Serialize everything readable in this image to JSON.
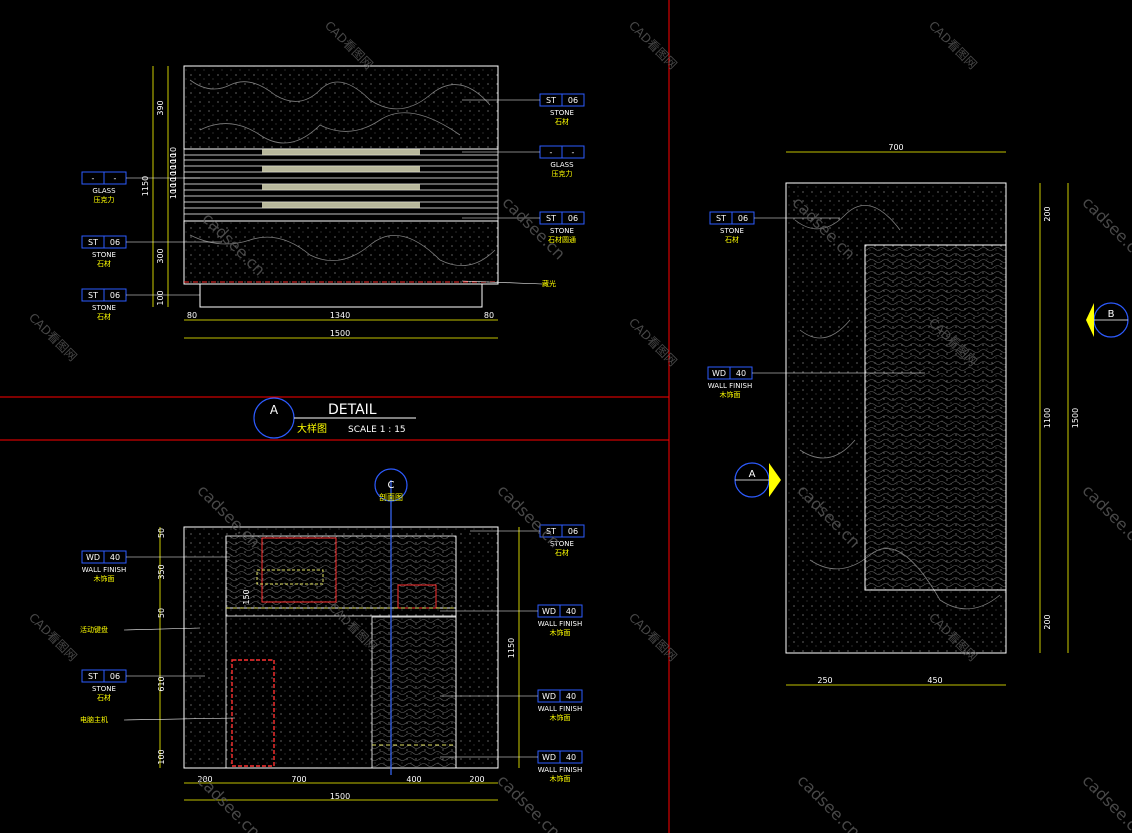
{
  "colors": {
    "background": "#000000",
    "frame": "#ff0000",
    "dim": "#ffff00",
    "tag": "#2d5bff",
    "text": "#ffffff",
    "stone_line": "#8c8c8c",
    "wood": "#6f6f6f",
    "highlight": "#ff3030",
    "axis": "#3a6bff",
    "accent": "#e0e060"
  },
  "watermark": {
    "cn": "CAD看图网",
    "en": "cadsee.cn"
  },
  "detail_title": {
    "symbol": "A",
    "title": "DETAIL",
    "subtitle": "大样图",
    "scale": "SCALE  1 : 15"
  },
  "front_elevation": {
    "tags": [
      {
        "code": "ST",
        "num": "06",
        "label": "STONE",
        "cn": "石材"
      },
      {
        "code": "-",
        "num": "-",
        "label": "GLASS",
        "cn": "压克力"
      },
      {
        "code": "ST",
        "num": "06",
        "label": "STONE",
        "cn": "石材圆通"
      },
      {
        "cn": "藏光"
      }
    ],
    "left_tags": [
      {
        "code": "-",
        "num": "-",
        "label": "GLASS",
        "cn": "压克力"
      },
      {
        "code": "ST",
        "num": "06",
        "label": "STONE",
        "cn": "石材"
      },
      {
        "code": "ST",
        "num": "06",
        "label": "STONE",
        "cn": "石材"
      }
    ],
    "dims_bottom": [
      "80",
      "1340",
      "80",
      "1500"
    ],
    "dims_left": [
      "390",
      "1150",
      "300",
      "100",
      "10",
      "10",
      "10",
      "10",
      "10",
      "10",
      "10",
      "10"
    ]
  },
  "section": {
    "marker": {
      "symbol": "C",
      "label": "剖面图"
    },
    "tags_left": [
      {
        "code": "WD",
        "num": "40",
        "label": "WALL FINISH",
        "cn": "木饰面"
      },
      {
        "cn": "活动键盘"
      },
      {
        "code": "ST",
        "num": "06",
        "label": "STONE",
        "cn": "石材"
      },
      {
        "cn": "电脑主机"
      }
    ],
    "tags_right": [
      {
        "code": "ST",
        "num": "06",
        "label": "STONE",
        "cn": "石材"
      },
      {
        "code": "WD",
        "num": "40",
        "label": "WALL FINISH",
        "cn": "木饰面"
      },
      {
        "code": "WD",
        "num": "40",
        "label": "WALL FINISH",
        "cn": "木饰面"
      },
      {
        "code": "WD",
        "num": "40",
        "label": "WALL FINISH",
        "cn": "木饰面"
      }
    ],
    "dims_bottom": [
      "200",
      "700",
      "400",
      "200",
      "1500"
    ],
    "dims_left": [
      "50",
      "350",
      "50",
      "610",
      "100",
      "150"
    ],
    "dims_right": [
      "1150"
    ]
  },
  "plan": {
    "tags": [
      {
        "code": "ST",
        "num": "06",
        "label": "STONE",
        "cn": "石材"
      },
      {
        "code": "WD",
        "num": "40",
        "label": "WALL FINISH",
        "cn": "木饰面"
      }
    ],
    "dims_top": [
      "700"
    ],
    "dims_bottom": [
      "250",
      "450"
    ],
    "dims_right": [
      "200",
      "1100",
      "200",
      "1500"
    ],
    "markers": [
      {
        "symbol": "A"
      },
      {
        "symbol": "B"
      }
    ]
  }
}
